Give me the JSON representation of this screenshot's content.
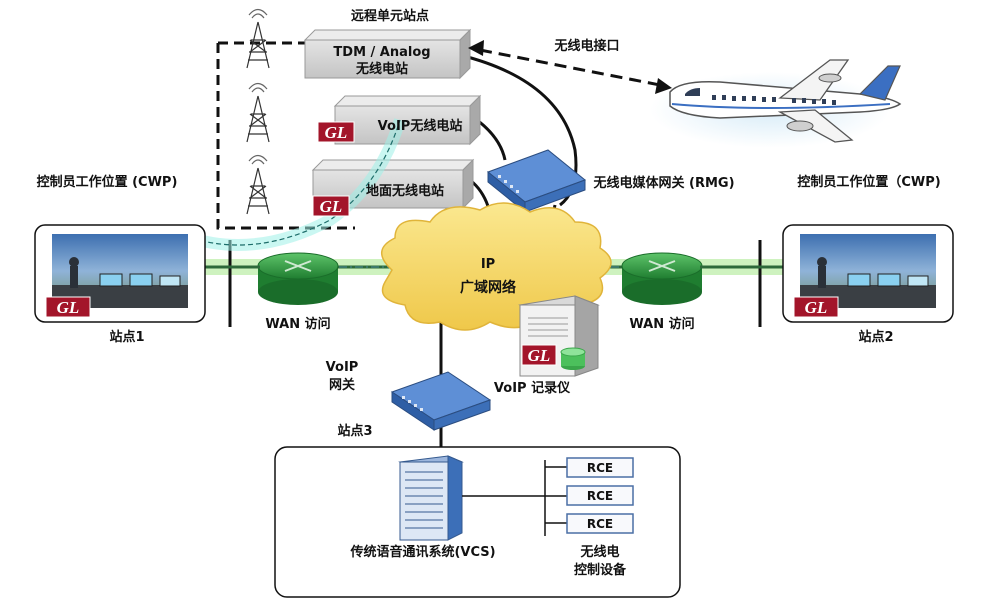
{
  "remote_site": {
    "title": "远程单元站点",
    "tdm_radio_line1": "TDM / Analog",
    "tdm_radio_line2": "无线电站",
    "voip_radio": "VoIP无线电站",
    "ground_radio": "地面无线电站"
  },
  "air_interface": "无线电接口",
  "rmg": "无线电媒体网关 (RMG)",
  "cwp_left": "控制员工作位置 (CWP)",
  "cwp_right": "控制员工作位置（CWP)",
  "ip_wan_line1": "IP",
  "ip_wan_line2": "广域网络",
  "wan_access_left": "WAN 访问",
  "wan_access_right": "WAN 访问",
  "site1": "站点1",
  "site2": "站点2",
  "site3": "站点3",
  "voip_gateway_line1": "VoIP",
  "voip_gateway_line2": "网关",
  "voip_recorder": "VoIP 记录仪",
  "vcs": "传统语音通讯系统(VCS)",
  "rce_items": [
    "RCE",
    "RCE",
    "RCE"
  ],
  "radio_control_line1": "无线电",
  "radio_control_line2": "控制设备",
  "brand": "GL",
  "colors": {
    "gl_red": "#a3152a",
    "router_green": "#3aa64a",
    "cloud_yellow": "#f4d86a",
    "switch_blue": "#3f77c4"
  }
}
